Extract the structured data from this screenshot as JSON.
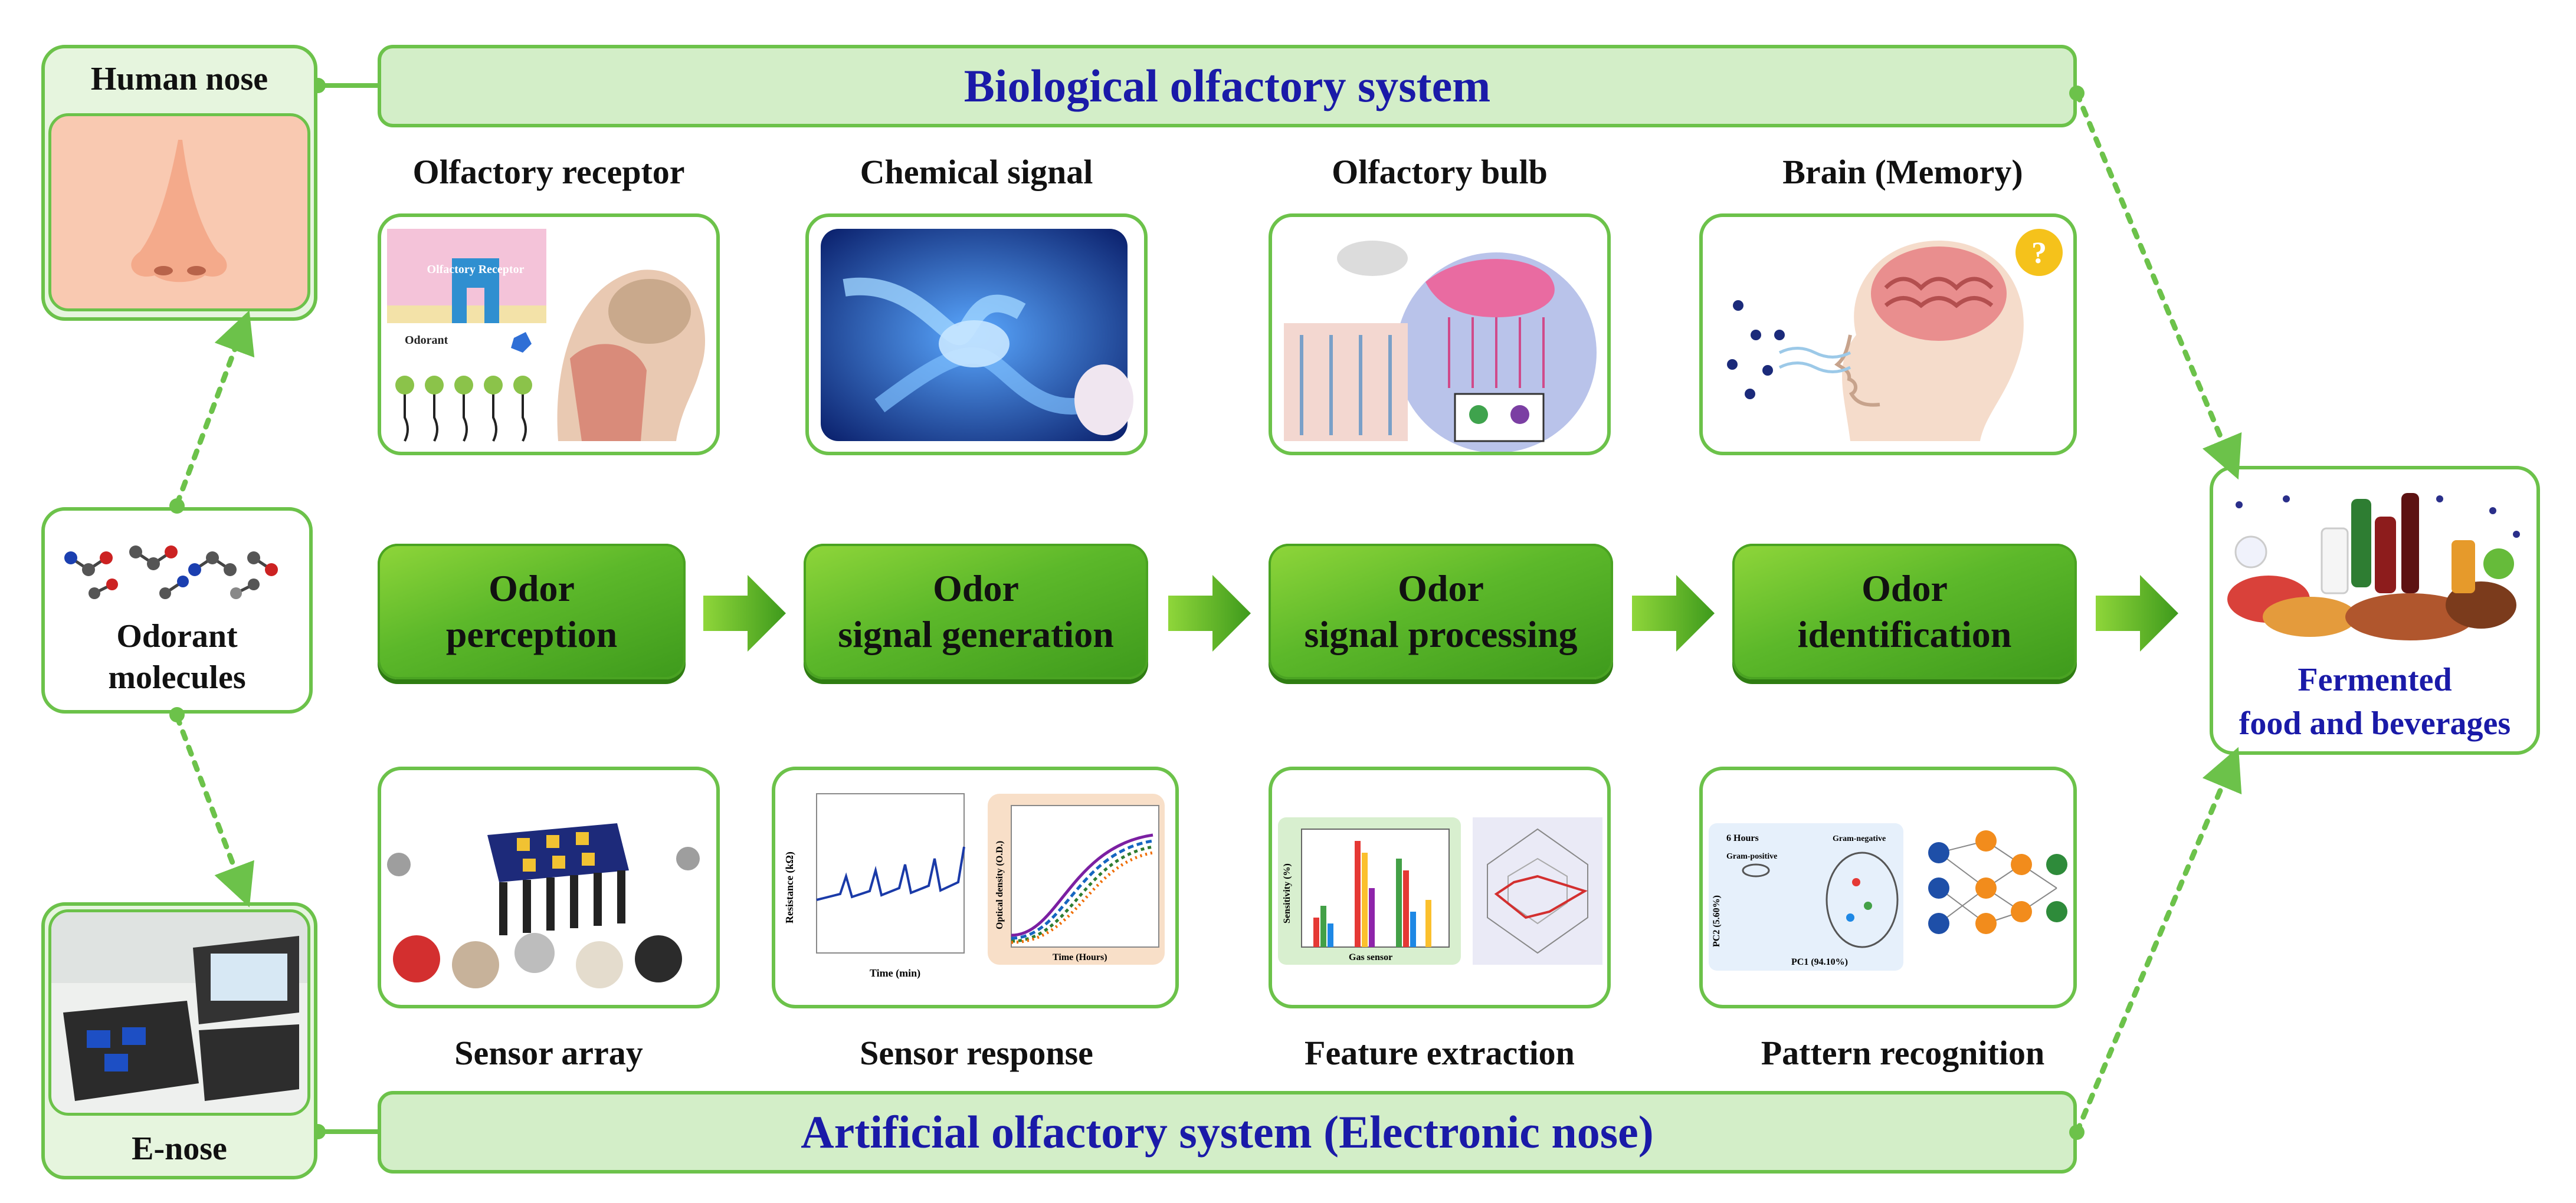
{
  "banners": {
    "top": "Biological olfactory system",
    "bottom": "Artificial olfactory system (Electronic nose)"
  },
  "side_boxes": {
    "human_nose": "Human nose",
    "e_nose": "E-nose",
    "odorant_line1": "Odorant",
    "odorant_line2": "molecules",
    "fermented_line1": "Fermented",
    "fermented_line2": "food and beverages"
  },
  "bio_labels": [
    "Olfactory receptor",
    "Chemical signal",
    "Olfactory bulb",
    "Brain (Memory)"
  ],
  "stages": [
    {
      "line1": "Odor",
      "line2": "perception"
    },
    {
      "line1": "Odor",
      "line2": "signal generation"
    },
    {
      "line1": "Odor",
      "line2": "signal processing"
    },
    {
      "line1": "Odor",
      "line2": "identification"
    }
  ],
  "enose_labels": [
    "Sensor array",
    "Sensor response",
    "Feature extraction",
    "Pattern recognition"
  ],
  "inset_text": {
    "receptor_tag": "Olfactory Receptor",
    "odorant_tag": "Odorant",
    "resistance_axis": "Resistance (kΩ)",
    "time_min": "Time (min)",
    "optical_axis": "Optical density (O.D.)",
    "time_hours": "Time (Hours)",
    "sensitivity_axis": "Sensitivity (%)",
    "gas_sensor": "Gas sensor",
    "pc1": "PC1 (94.10%)",
    "pc2": "PC2 (5.60%)",
    "gram_pos": "Gram-positive",
    "gram_neg": "Gram-negative",
    "hours6": "6 Hours",
    "question_mark": "?"
  },
  "colors": {
    "border_green": "#6cc24a",
    "banner_fill": "#d3eec8",
    "title_blue": "#1a1aa8",
    "stage_green": "#5cb82a"
  }
}
